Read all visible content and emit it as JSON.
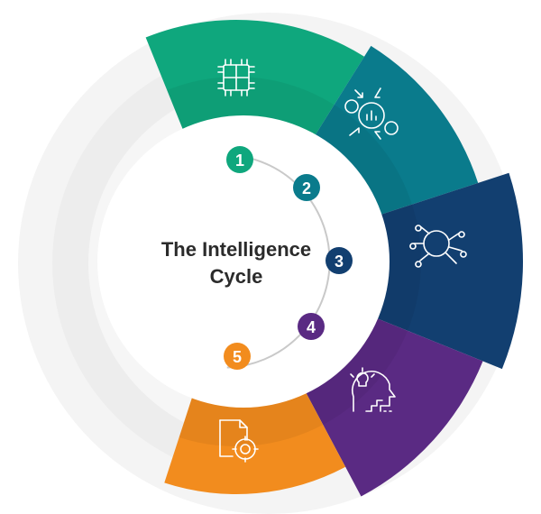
{
  "title": {
    "line1": "The Intelligence",
    "line2": "Cycle"
  },
  "colors": {
    "step1": "#0fa77d",
    "step2": "#0a7b8c",
    "step3": "#123f70",
    "step4": "#5a2a83",
    "step5": "#f28c1e",
    "outer_ring": "#f3f3f3",
    "track": "#c9c9c9"
  },
  "steps": [
    {
      "number": "1",
      "icon": "hands-puzzle-icon"
    },
    {
      "number": "2",
      "icon": "gears-process-icon"
    },
    {
      "number": "3",
      "icon": "magnifier-network-icon"
    },
    {
      "number": "4",
      "icon": "head-lightbulb-icon"
    },
    {
      "number": "5",
      "icon": "document-target-icon"
    }
  ]
}
